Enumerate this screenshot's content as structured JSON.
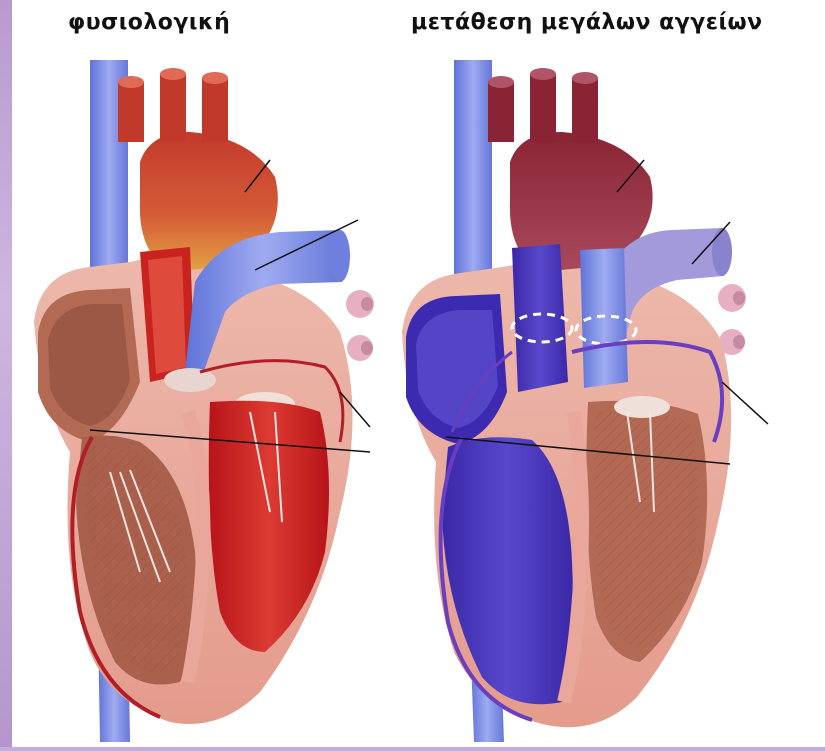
{
  "titles": {
    "normal": "φυσιολογική",
    "transposition": "μετάθεση μεγάλων αγγείων"
  },
  "colors": {
    "stripe": "#c6acd9",
    "vena_cava_blue": "#8292e6",
    "aorta_red": "#c9463a",
    "myocardium_pink": "#e8a79a",
    "oxygenated_red": "#c41f24",
    "deoxygenated_blue": "#4b36b8",
    "leader_line": "#111111"
  },
  "diagrams": [
    {
      "name": "normal-heart",
      "label_ref": "titles.normal"
    },
    {
      "name": "transposition-heart",
      "label_ref": "titles.transposition"
    }
  ]
}
